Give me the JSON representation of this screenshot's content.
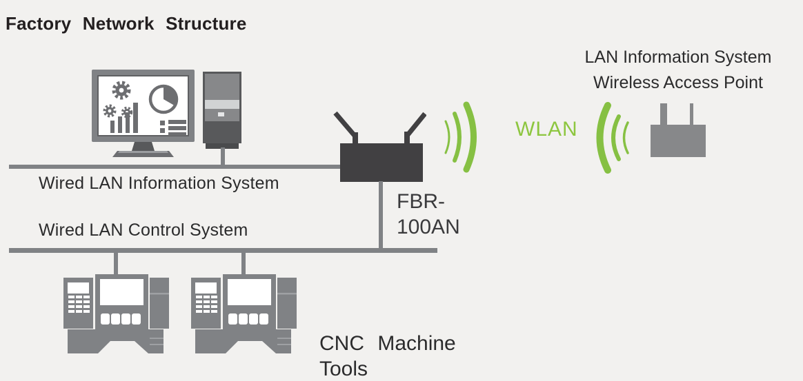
{
  "title": "Factory Network Structure",
  "buses": {
    "information": {
      "label": "Wired LAN Information System"
    },
    "control": {
      "label": "Wired LAN Control System"
    }
  },
  "router": {
    "model_line1": "FBR-",
    "model_line2": "100AN"
  },
  "wireless": {
    "label": "WLAN"
  },
  "access_point": {
    "label_line1": "LAN Information System",
    "label_line2": "Wireless Access Point"
  },
  "cnc": {
    "label_line1": "CNC Machine",
    "label_line2": "Tools",
    "count": 2
  },
  "colors": {
    "background": "#f2f1ef",
    "text": "#2b2b2c",
    "title_text": "#231f20",
    "wlan_green": "#8dc63f",
    "wave_green": "#86c043",
    "line_gray": "#808285",
    "device_gray": "#87888a",
    "router_dark": "#414042"
  }
}
